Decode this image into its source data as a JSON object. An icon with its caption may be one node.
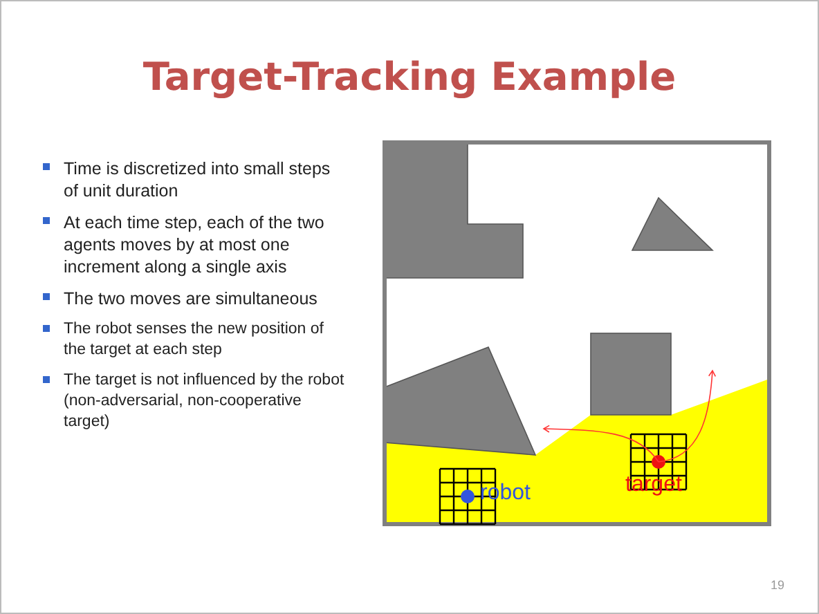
{
  "diagram": {
    "title": "Target-Tracking Example",
    "labels": [
      "Time is discretized into small steps of unit duration",
      "At each time step, each of the two agents moves by at most one increment along a single axis",
      "The two moves are simultaneous",
      "The robot senses the new position of the target at each step",
      "The target is not influenced by the robot (non-adversarial, non-cooperative target)",
      "robot",
      "target",
      "19"
    ]
  }
}
